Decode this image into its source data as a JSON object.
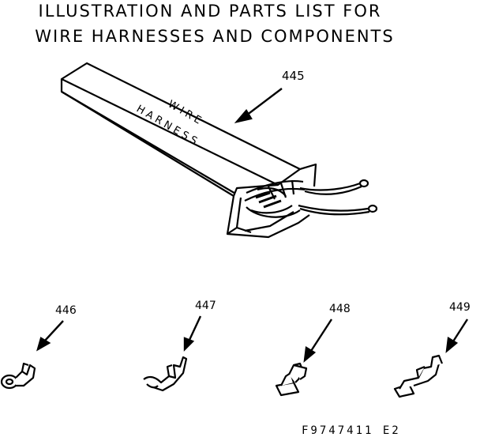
{
  "title": {
    "line1": "ILLUSTRATION AND PARTS LIST FOR",
    "line2": "WIRE HARNESSES AND COMPONENTS"
  },
  "harness": {
    "ref": "445",
    "label_line1": "WIRE",
    "label_line2": "HARNESS"
  },
  "parts": [
    {
      "ref": "446"
    },
    {
      "ref": "447"
    },
    {
      "ref": "448"
    },
    {
      "ref": "449"
    }
  ],
  "footer_code": "F9747411 E2"
}
